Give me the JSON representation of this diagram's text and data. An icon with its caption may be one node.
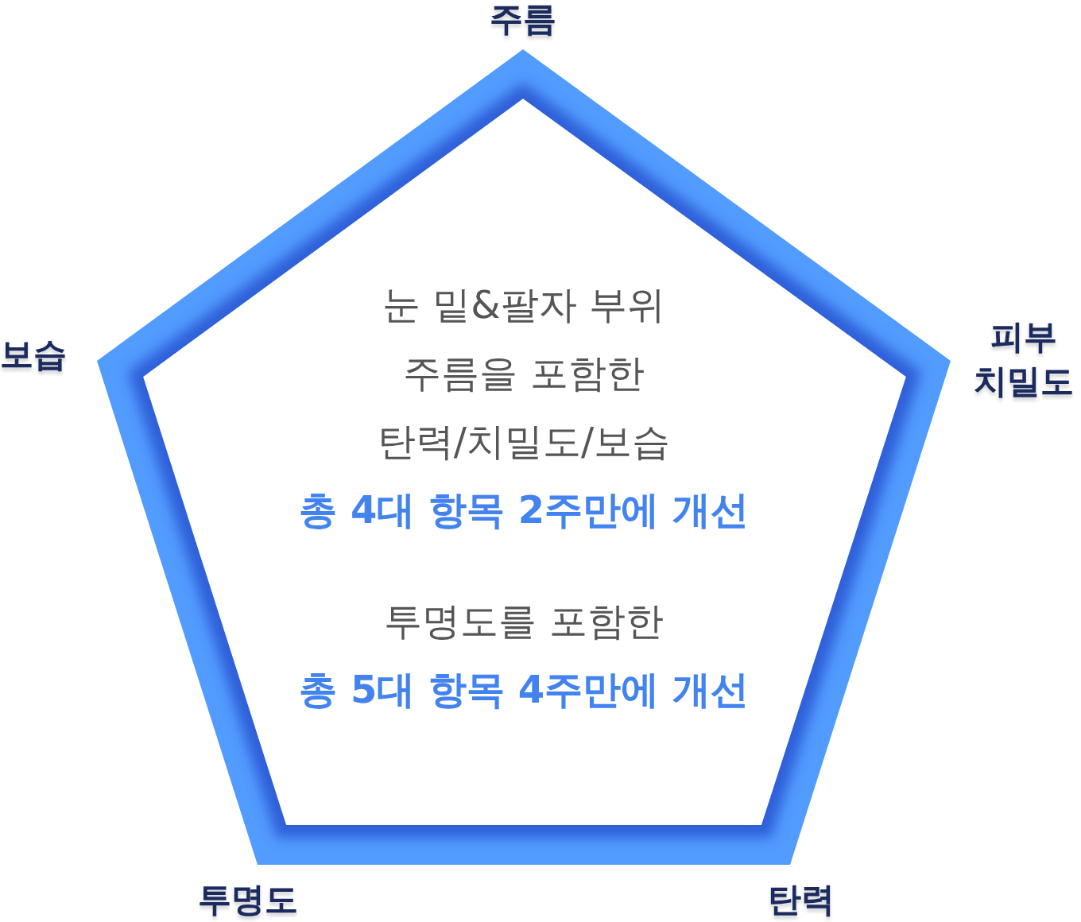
{
  "diagram": {
    "nodes": [
      {
        "text": [
          "눈 밑&팔자 부위 주름을 포함한 탄력/치밀도/보습",
          "총 4대 항목 2주만에 개선",
          "투명도를 포함한",
          "총 5대 항목 4주만에 개선"
        ],
        "beside": [
          "주름",
          "보습",
          "피부 치밀도",
          "투명도",
          "탄력"
        ]
      }
    ]
  }
}
